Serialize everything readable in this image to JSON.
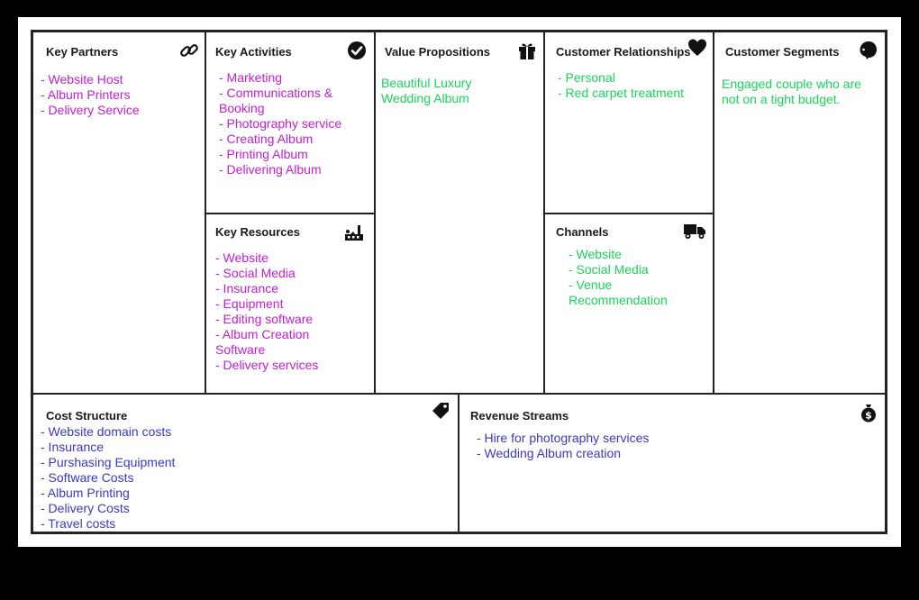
{
  "key_partners": {
    "title": "Key Partners",
    "icon": "link-icon",
    "items": [
      "- Website Host",
      "- Album Printers",
      "- Delivery Service"
    ]
  },
  "key_activities": {
    "title": "Key Activities",
    "icon": "check-circle-icon",
    "items": [
      "- Marketing",
      "- Communications &",
      "Booking",
      "- Photography service",
      "- Creating Album",
      "- Printing Album",
      "- Delivering Album"
    ]
  },
  "key_resources": {
    "title": "Key Resources",
    "icon": "factory-icon",
    "items": [
      "- Website",
      "- Social Media",
      "- Insurance",
      "- Equipment",
      "- Editing software",
      "- Album Creation",
      "Software",
      "- Delivery services"
    ]
  },
  "value_propositions": {
    "title": "Value Propositions",
    "icon": "gift-icon",
    "items": [
      "Beautiful Luxury",
      "Wedding Album"
    ]
  },
  "customer_relationships": {
    "title": "Customer Relationships",
    "icon": "heart-icon",
    "items": [
      "- Personal",
      "- Red carpet treatment"
    ]
  },
  "channels": {
    "title": "Channels",
    "icon": "truck-icon",
    "items": [
      "- Website",
      "- Social Media",
      "- Venue Recommendation"
    ]
  },
  "customer_segments": {
    "title": "Customer Segments",
    "icon": "head-icon",
    "items": [
      "Engaged couple who are",
      "not on a tight budget."
    ]
  },
  "cost_structure": {
    "title": "Cost Structure",
    "icon": "price-tag-icon",
    "items": [
      "- Website domain costs",
      "- Insurance",
      "- Purshasing Equipment",
      "- Software Costs",
      "- Album Printing",
      "- Delivery Costs",
      "- Travel costs"
    ]
  },
  "revenue_streams": {
    "title": "Revenue Streams",
    "icon": "money-bag-icon",
    "items": [
      "- Hire for photography services",
      "- Wedding Album creation"
    ]
  },
  "colors": {
    "magenta": "#c21fd0",
    "green": "#18d45b",
    "blue": "#3a39c3",
    "border": "#222222"
  }
}
